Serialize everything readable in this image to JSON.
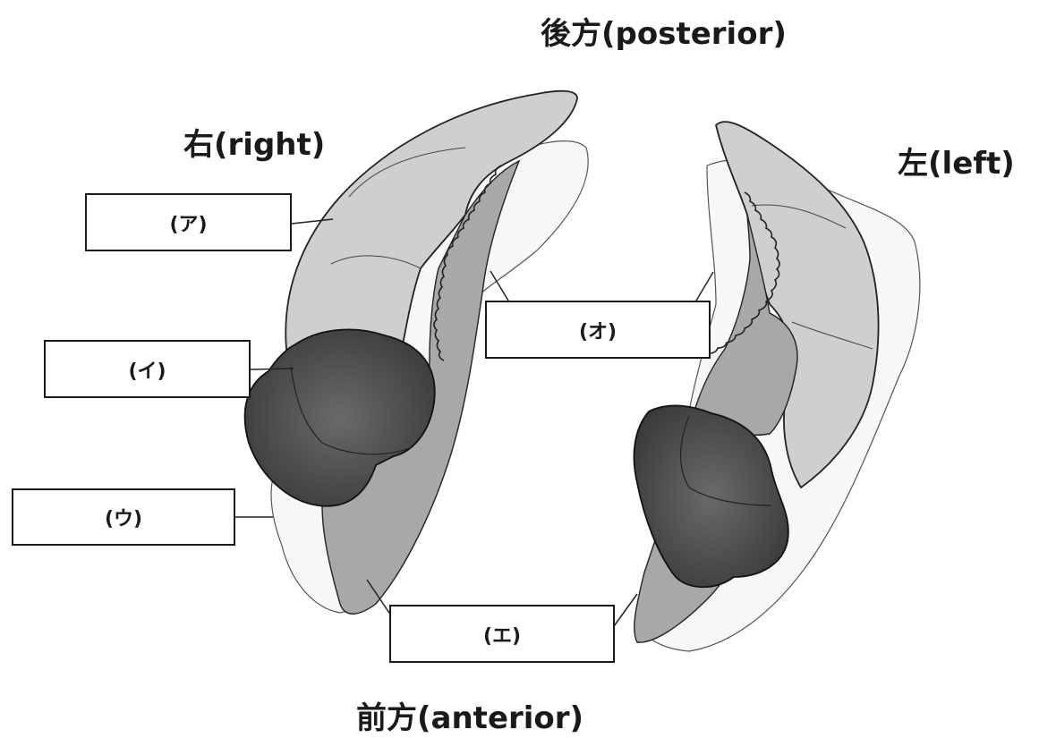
{
  "directions": {
    "posterior": "後方(posterior)",
    "right": "右(right)",
    "left": "左(left)",
    "anterior": "前方(anterior)"
  },
  "labels": {
    "a": "(ア)",
    "i": "(イ)",
    "u": "(ウ)",
    "e": "(エ)",
    "o": "(オ)"
  },
  "colors": {
    "light_region": "#cfcfcf",
    "medium_region": "#a8a8a8",
    "dark_region": "#4a4a4a",
    "outline": "#222222",
    "pale_region": "#f7f7f7"
  }
}
